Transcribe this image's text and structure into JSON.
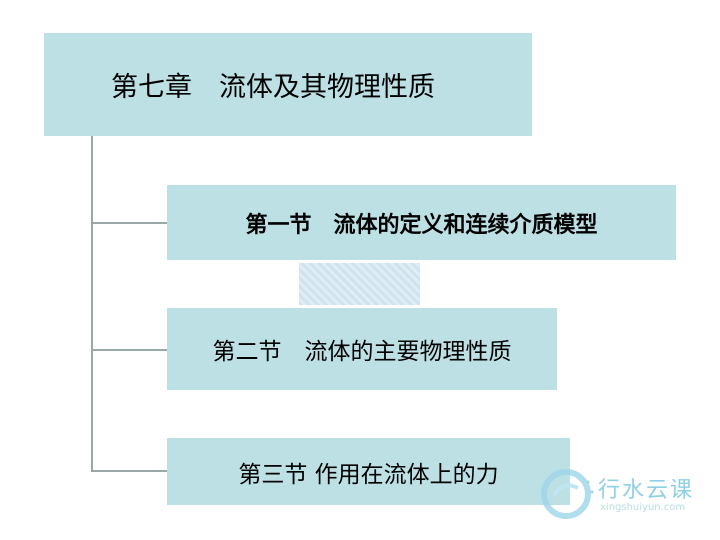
{
  "chapter": {
    "title": "第七章　流体及其物理性质"
  },
  "sections": [
    {
      "label": "第一节　流体的定义和连续介质模型"
    },
    {
      "label": "第二节　流体的主要物理性质"
    },
    {
      "label": "第三节  作用在流体上的力"
    }
  ],
  "watermark": {
    "name": "行水云课",
    "url": "xingshuiyun.com"
  },
  "colors": {
    "box": "#bde0e4",
    "connector": "#9aa8a8"
  }
}
